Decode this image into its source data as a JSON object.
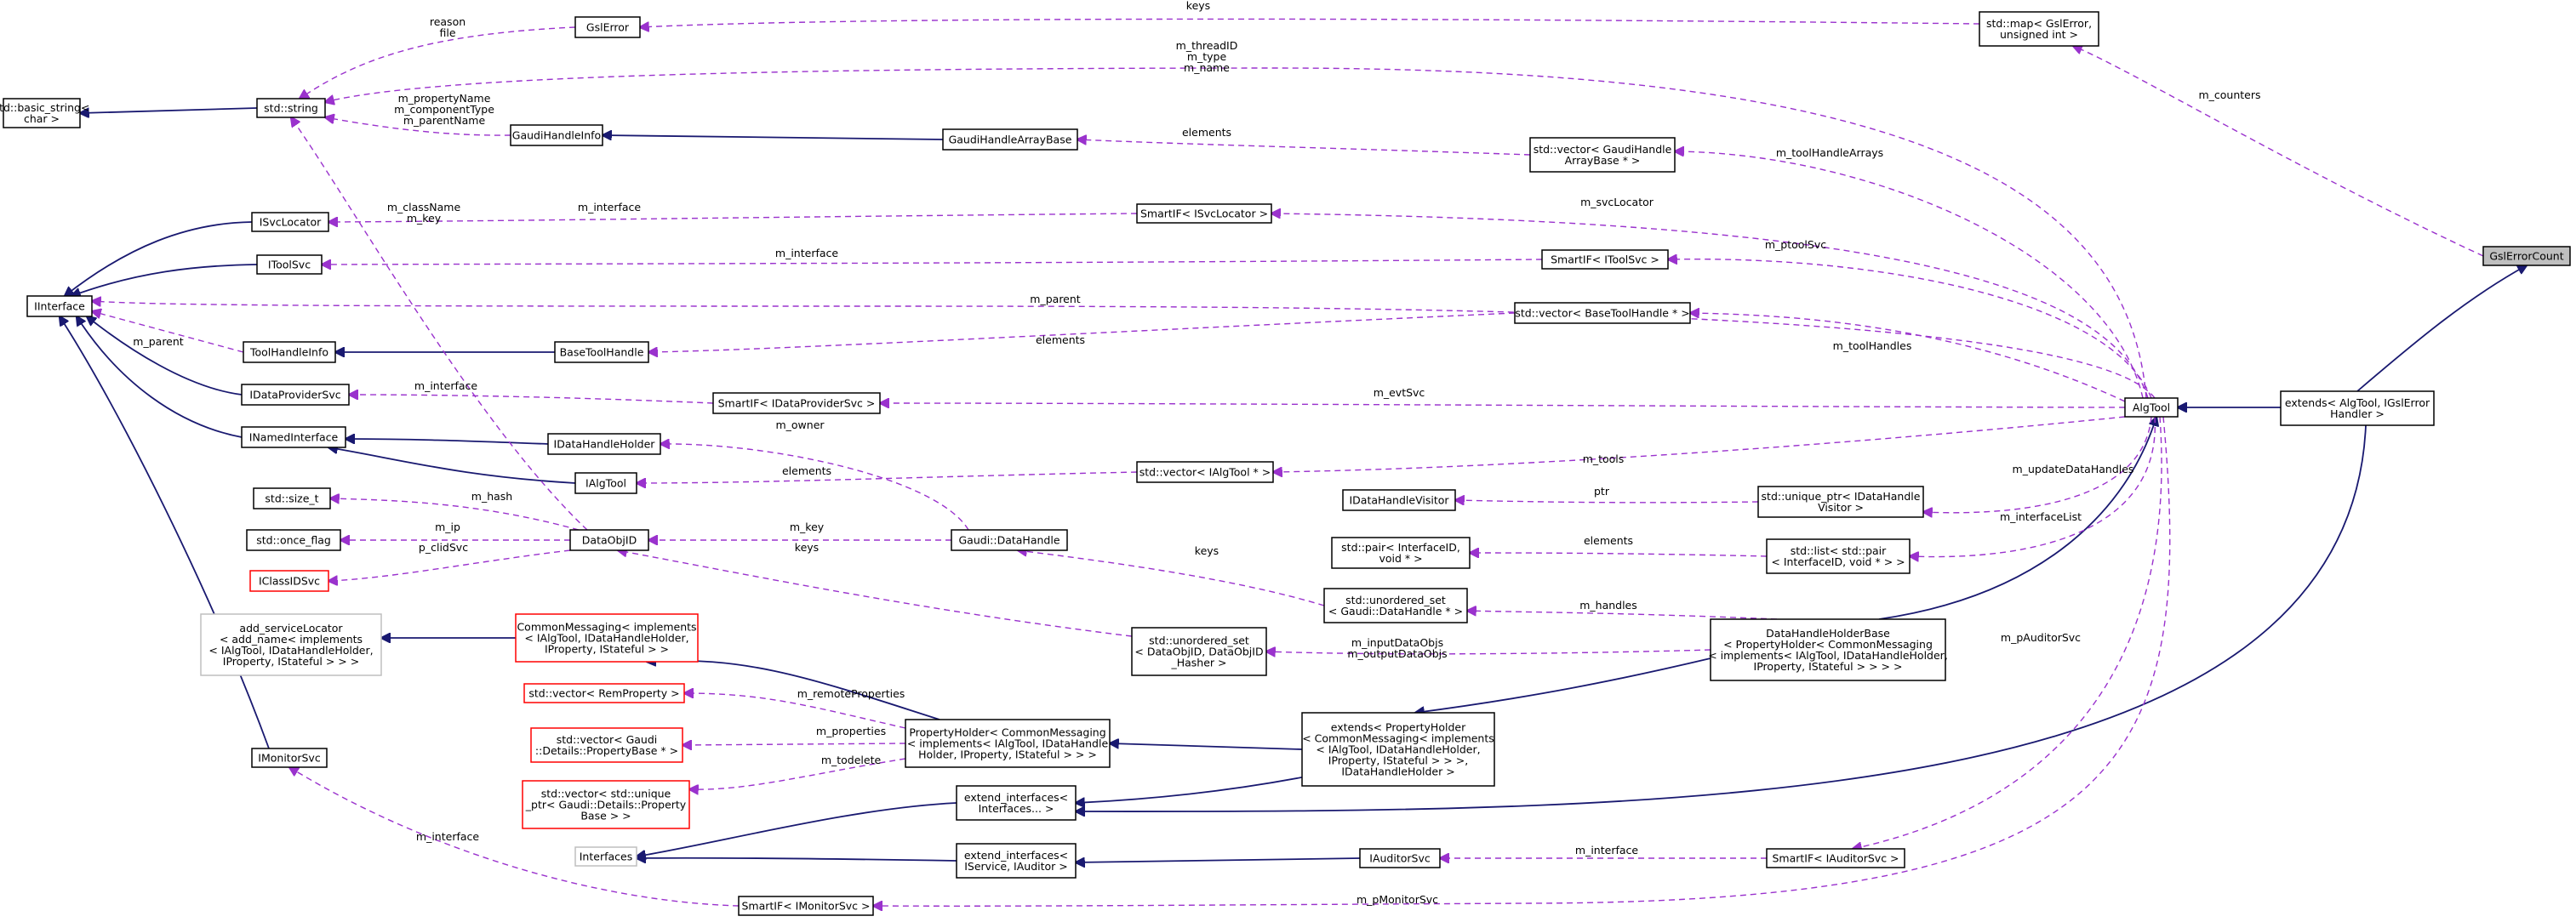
{
  "nodes": [
    {
      "id": "IInterface",
      "lines": [
        "IInterface"
      ]
    },
    {
      "id": "basic_string",
      "lines": [
        "std::basic_string<",
        "char >"
      ]
    },
    {
      "id": "string",
      "lines": [
        "std::string"
      ]
    },
    {
      "id": "GslError",
      "lines": [
        "GslError"
      ]
    },
    {
      "id": "map",
      "lines": [
        "std::map< GslError,",
        "unsigned int >"
      ]
    },
    {
      "id": "GaudiHandleInfo",
      "lines": [
        "GaudiHandleInfo"
      ]
    },
    {
      "id": "GaudiHandleArrayBase",
      "lines": [
        "GaudiHandleArrayBase"
      ]
    },
    {
      "id": "vec_gharr",
      "lines": [
        "std::vector< GaudiHandle",
        "ArrayBase * >"
      ]
    },
    {
      "id": "ISvcLocator",
      "lines": [
        "ISvcLocator"
      ]
    },
    {
      "id": "sif_svcloc",
      "lines": [
        "SmartIF< ISvcLocator >"
      ]
    },
    {
      "id": "IToolSvc",
      "lines": [
        "IToolSvc"
      ]
    },
    {
      "id": "sif_toolsvc",
      "lines": [
        "SmartIF< IToolSvc >"
      ]
    },
    {
      "id": "GslErrorCount",
      "lines": [
        "GslErrorCount"
      ]
    },
    {
      "id": "ToolHandleInfo",
      "lines": [
        "ToolHandleInfo"
      ]
    },
    {
      "id": "BaseToolHandle",
      "lines": [
        "BaseToolHandle"
      ]
    },
    {
      "id": "vec_bth",
      "lines": [
        "std::vector< BaseToolHandle * >"
      ]
    },
    {
      "id": "AlgTool",
      "lines": [
        "AlgTool"
      ]
    },
    {
      "id": "extends_gsl",
      "lines": [
        "extends< AlgTool, IGslError",
        "Handler >"
      ]
    },
    {
      "id": "IDataProviderSvc",
      "lines": [
        "IDataProviderSvc"
      ]
    },
    {
      "id": "sif_dps",
      "lines": [
        "SmartIF< IDataProviderSvc >"
      ]
    },
    {
      "id": "INamedInterface",
      "lines": [
        "INamedInterface"
      ]
    },
    {
      "id": "IDataHandleHolder",
      "lines": [
        "IDataHandleHolder"
      ]
    },
    {
      "id": "IAlgTool",
      "lines": [
        "IAlgTool"
      ]
    },
    {
      "id": "vec_ialg",
      "lines": [
        "std::vector< IAlgTool * >"
      ]
    },
    {
      "id": "IDataHandleVisitor",
      "lines": [
        "IDataHandleVisitor"
      ]
    },
    {
      "id": "uptr_visitor",
      "lines": [
        "std::unique_ptr< IDataHandle",
        "Visitor >"
      ]
    },
    {
      "id": "size_t",
      "lines": [
        "std::size_t"
      ]
    },
    {
      "id": "once_flag",
      "lines": [
        "std::once_flag"
      ]
    },
    {
      "id": "IClassIDSvc",
      "lines": [
        "IClassIDSvc"
      ]
    },
    {
      "id": "DataObjID",
      "lines": [
        "DataObjID"
      ]
    },
    {
      "id": "DataHandle",
      "lines": [
        "Gaudi::DataHandle"
      ]
    },
    {
      "id": "pair_iid",
      "lines": [
        "std::pair< InterfaceID,",
        "void * >"
      ]
    },
    {
      "id": "list_pair",
      "lines": [
        "std::list< std::pair",
        "< InterfaceID, void * > >"
      ]
    },
    {
      "id": "uset_dh",
      "lines": [
        "std::unordered_set",
        "< Gaudi::DataHandle * >"
      ]
    },
    {
      "id": "add_sl",
      "lines": [
        "add_serviceLocator",
        "< add_name< implements",
        "< IAlgTool, IDataHandleHolder,",
        "IProperty, IStateful > > >"
      ]
    },
    {
      "id": "cm_impl",
      "lines": [
        "CommonMessaging< implements",
        "< IAlgTool, IDataHandleHolder,",
        "IProperty, IStateful > >"
      ]
    },
    {
      "id": "uset_doid",
      "lines": [
        "std::unordered_set",
        "< DataObjID, DataObjID",
        "_Hasher >"
      ]
    },
    {
      "id": "dhhb",
      "lines": [
        "DataHandleHolderBase",
        "< PropertyHolder< CommonMessaging",
        "< implements< IAlgTool, IDataHandleHolder,",
        "IProperty, IStateful > > > >"
      ]
    },
    {
      "id": "vec_remprop",
      "lines": [
        "std::vector< RemProperty >"
      ]
    },
    {
      "id": "vec_propbase",
      "lines": [
        "std::vector< Gaudi",
        "::Details::PropertyBase * >"
      ]
    },
    {
      "id": "vec_uptr",
      "lines": [
        "std::vector< std::unique",
        "_ptr< Gaudi::Details::Property",
        "Base > >"
      ]
    },
    {
      "id": "PropertyHolder",
      "lines": [
        "PropertyHolder< CommonMessaging",
        "< implements< IAlgTool, IDataHandle",
        "Holder, IProperty, IStateful > > >"
      ]
    },
    {
      "id": "extends_ph",
      "lines": [
        "extends< PropertyHolder",
        "< CommonMessaging< implements",
        "< IAlgTool, IDataHandleHolder,",
        "IProperty, IStateful > > >,",
        "IDataHandleHolder >"
      ]
    },
    {
      "id": "IMonitorSvc",
      "lines": [
        "IMonitorSvc"
      ]
    },
    {
      "id": "ext_if",
      "lines": [
        "extend_interfaces<",
        "Interfaces... >"
      ]
    },
    {
      "id": "Interfaces",
      "lines": [
        "Interfaces"
      ]
    },
    {
      "id": "ext_if_aud",
      "lines": [
        "extend_interfaces<",
        "IService, IAuditor >"
      ]
    },
    {
      "id": "IAuditorSvc",
      "lines": [
        "IAuditorSvc"
      ]
    },
    {
      "id": "sif_aud",
      "lines": [
        "SmartIF< IAuditorSvc >"
      ]
    },
    {
      "id": "sif_mon",
      "lines": [
        "SmartIF< IMonitorSvc >"
      ]
    }
  ],
  "edge_labels": [
    {
      "id": "keys_map",
      "lines": [
        "keys"
      ]
    },
    {
      "id": "reason_file",
      "lines": [
        "reason",
        "file"
      ]
    },
    {
      "id": "thread_type_name",
      "lines": [
        "m_threadID",
        "m_type",
        "m_name"
      ]
    },
    {
      "id": "prop_comp_parent",
      "lines": [
        "m_propertyName",
        "m_componentType",
        "m_parentName"
      ]
    },
    {
      "id": "elements_gharr",
      "lines": [
        "elements"
      ]
    },
    {
      "id": "toolHandleArrays",
      "lines": [
        "m_toolHandleArrays"
      ]
    },
    {
      "id": "counters",
      "lines": [
        "m_counters"
      ]
    },
    {
      "id": "className_key",
      "lines": [
        "m_className",
        "m_key"
      ]
    },
    {
      "id": "interface_svcloc",
      "lines": [
        "m_interface"
      ]
    },
    {
      "id": "svcLocator",
      "lines": [
        "m_svcLocator"
      ]
    },
    {
      "id": "interface_toolsvc",
      "lines": [
        "m_interface"
      ]
    },
    {
      "id": "ptoolSvc",
      "lines": [
        "m_ptoolSvc"
      ]
    },
    {
      "id": "parent_algtool",
      "lines": [
        "m_parent"
      ]
    },
    {
      "id": "parent_thi",
      "lines": [
        "m_parent"
      ]
    },
    {
      "id": "elements_bth",
      "lines": [
        "elements"
      ]
    },
    {
      "id": "toolHandles",
      "lines": [
        "m_toolHandles"
      ]
    },
    {
      "id": "interface_dps",
      "lines": [
        "m_interface"
      ]
    },
    {
      "id": "evtSvc",
      "lines": [
        "m_evtSvc"
      ]
    },
    {
      "id": "owner",
      "lines": [
        "m_owner"
      ]
    },
    {
      "id": "tools",
      "lines": [
        "m_tools"
      ]
    },
    {
      "id": "elements_ialg",
      "lines": [
        "elements"
      ]
    },
    {
      "id": "updateDataHandles",
      "lines": [
        "m_updateDataHandles"
      ]
    },
    {
      "id": "hash",
      "lines": [
        "m_hash"
      ]
    },
    {
      "id": "ptr",
      "lines": [
        "ptr"
      ]
    },
    {
      "id": "interfaceList",
      "lines": [
        "m_interfaceList"
      ]
    },
    {
      "id": "ip",
      "lines": [
        "m_ip"
      ]
    },
    {
      "id": "key_dh",
      "lines": [
        "m_key"
      ]
    },
    {
      "id": "elements_pair",
      "lines": [
        "elements"
      ]
    },
    {
      "id": "clidSvc",
      "lines": [
        "p_clidSvc"
      ]
    },
    {
      "id": "keys_doid",
      "lines": [
        "keys"
      ]
    },
    {
      "id": "keys_dh",
      "lines": [
        "keys"
      ]
    },
    {
      "id": "handles",
      "lines": [
        "m_handles"
      ]
    },
    {
      "id": "pAuditorSvc",
      "lines": [
        "m_pAuditorSvc"
      ]
    },
    {
      "id": "input_output",
      "lines": [
        "m_inputDataObjs",
        "m_outputDataObjs"
      ]
    },
    {
      "id": "remoteProperties",
      "lines": [
        "m_remoteProperties"
      ]
    },
    {
      "id": "properties",
      "lines": [
        "m_properties"
      ]
    },
    {
      "id": "todelete",
      "lines": [
        "m_todelete"
      ]
    },
    {
      "id": "interface_mon",
      "lines": [
        "m_interface"
      ]
    },
    {
      "id": "interface_aud",
      "lines": [
        "m_interface"
      ]
    },
    {
      "id": "pMonitorSvc",
      "lines": [
        "m_pMonitorSvc"
      ]
    }
  ]
}
